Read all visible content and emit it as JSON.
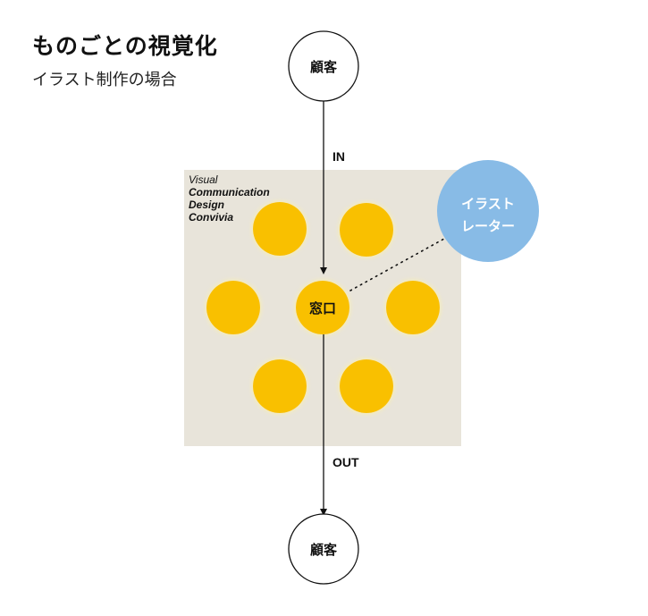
{
  "header": {
    "title": "ものごとの視覚化",
    "subtitle": "イラスト制作の場合"
  },
  "brand": {
    "lines": [
      "Visual",
      "Communication",
      "Design",
      "Convivia"
    ]
  },
  "diagram": {
    "customer_top": "顧客",
    "customer_bottom": "顧客",
    "in_label": "IN",
    "out_label": "OUT",
    "window_label": "窓口",
    "illustrator_line1": "イラスト",
    "illustrator_line2": "レーター"
  },
  "colors": {
    "panel": "#e8e4da",
    "node": "#f9c000",
    "illustrator": "#88bbe6",
    "line": "#111111"
  }
}
